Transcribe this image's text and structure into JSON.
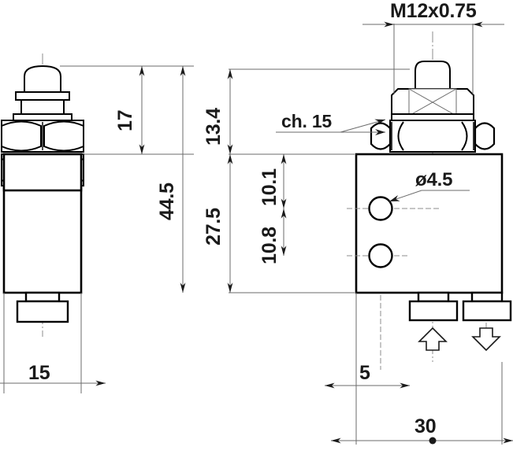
{
  "drawing": {
    "type": "mechanical-dimensioned-drawing",
    "subject": "miniature pneumatic valve with M12x0.75 threaded plunger",
    "views": [
      {
        "name": "front-view",
        "position": "left"
      },
      {
        "name": "side-view",
        "position": "right"
      }
    ],
    "line_colors": {
      "outline": "#000000",
      "dimension": "#6b6b6b",
      "centerline": "#8c8c8c",
      "text": "#1a1a1a"
    }
  },
  "dimensions": {
    "thread": {
      "label": "M12x0.75",
      "value": "M12x0.75",
      "view": "side-view",
      "orientation": "horizontal"
    },
    "height_17": {
      "label": "17",
      "value": 17,
      "view": "front-view",
      "orientation": "vertical"
    },
    "height_44_5": {
      "label": "44.5",
      "value": 44.5,
      "view": "front-view",
      "orientation": "vertical"
    },
    "width_15": {
      "label": "15",
      "value": 15,
      "view": "front-view",
      "orientation": "horizontal"
    },
    "height_13_4": {
      "label": "13.4",
      "value": 13.4,
      "view": "side-view",
      "orientation": "vertical"
    },
    "height_27_5": {
      "label": "27.5",
      "value": 27.5,
      "view": "side-view",
      "orientation": "vertical"
    },
    "height_10_1": {
      "label": "10.1",
      "value": 10.1,
      "view": "side-view",
      "orientation": "vertical"
    },
    "height_10_8": {
      "label": "10.8",
      "value": 10.8,
      "view": "side-view",
      "orientation": "vertical"
    },
    "hole_dia": {
      "label": "ø4.5",
      "value": 4.5,
      "view": "side-view",
      "orientation": "horizontal"
    },
    "offset_5": {
      "label": "5",
      "value": 5,
      "view": "side-view",
      "orientation": "horizontal"
    },
    "width_30": {
      "label": "30",
      "value": 30,
      "view": "side-view",
      "orientation": "horizontal"
    }
  },
  "annotations": {
    "spanner_size": {
      "label": "ch. 15",
      "value": "ch. 15",
      "note": "wrench flats across hex nuts"
    }
  },
  "flow_indicators": [
    {
      "name": "port-inlet-arrow",
      "direction": "up"
    },
    {
      "name": "port-outlet-arrow",
      "direction": "down"
    }
  ],
  "features": {
    "mounting_holes_count": 2,
    "hex_nuts_count": 2,
    "ports_front_view": 1,
    "ports_side_view": 2
  }
}
